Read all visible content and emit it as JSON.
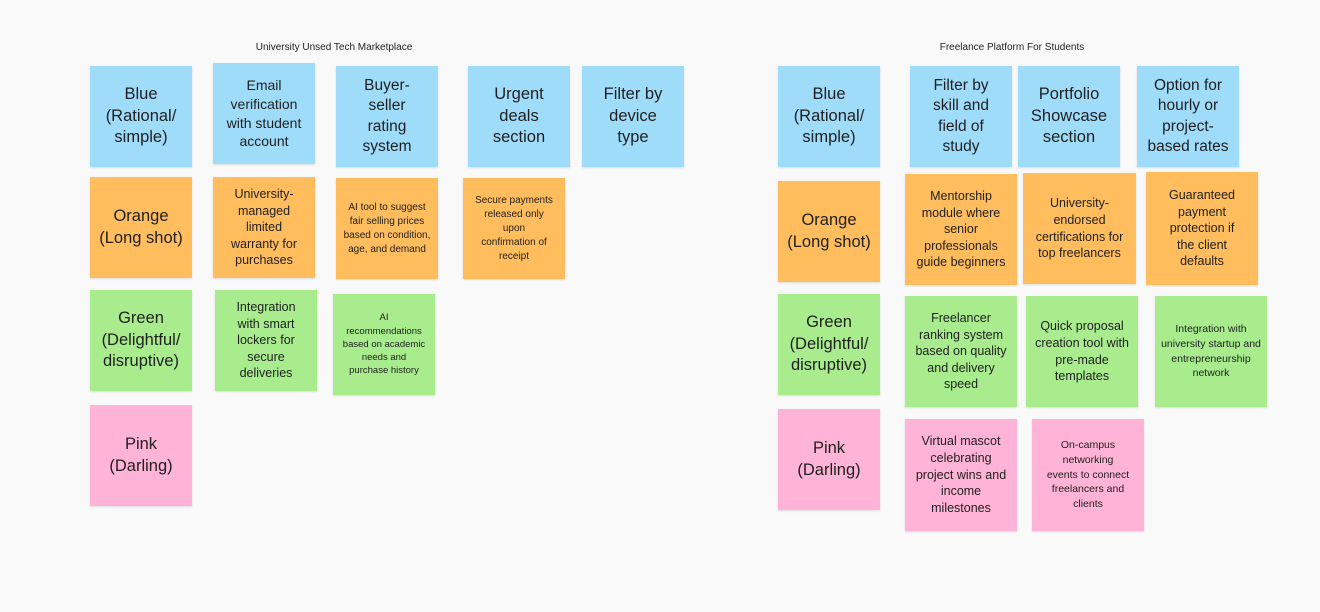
{
  "colors": {
    "blue": "#9fdcfa",
    "orange": "#ffbd5e",
    "green": "#a8ec8e",
    "pink": "#ffb3d6",
    "canvas": "#f9f9f9"
  },
  "frames": [
    {
      "title": "University Unsed Tech Marketplace",
      "legend": {
        "blue": "Blue (Rational/ simple)",
        "orange": "Orange (Long shot)",
        "green": "Green (Delightful/ disruptive)",
        "pink": "Pink (Darling)"
      },
      "blue_notes": [
        "Email verification with student account",
        "Buyer-seller rating system",
        "Urgent deals section",
        "Filter by device type"
      ],
      "orange_notes": [
        "University-managed limited warranty for purchases",
        "AI tool to suggest fair selling prices based on condition, age, and demand",
        "Secure payments released only upon confirmation of receipt"
      ],
      "green_notes": [
        "Integration with smart lockers for secure deliveries",
        "AI recommendations based on academic needs and purchase history"
      ],
      "pink_notes": []
    },
    {
      "title": "Freelance Platform For Students",
      "legend": {
        "blue": "Blue (Rational/ simple)",
        "orange": "Orange (Long shot)",
        "green": "Green (Delightful/ disruptive)",
        "pink": "Pink (Darling)"
      },
      "blue_notes": [
        "Filter by skill and field of study",
        "Portfolio Showcase section",
        "Option for hourly or project-based rates"
      ],
      "orange_notes": [
        "Mentorship module where senior professionals guide beginners",
        "University-endorsed certifications for top freelancers",
        "Guaranteed payment protection if the client defaults"
      ],
      "green_notes": [
        "Freelancer ranking system based on quality and delivery speed",
        "Quick proposal creation tool with pre-made templates",
        "Integration with university startup and entrepreneurship network"
      ],
      "pink_notes": [
        "Virtual mascot celebrating project wins and income milestones",
        "On-campus networking events to connect freelancers and clients"
      ]
    }
  ]
}
